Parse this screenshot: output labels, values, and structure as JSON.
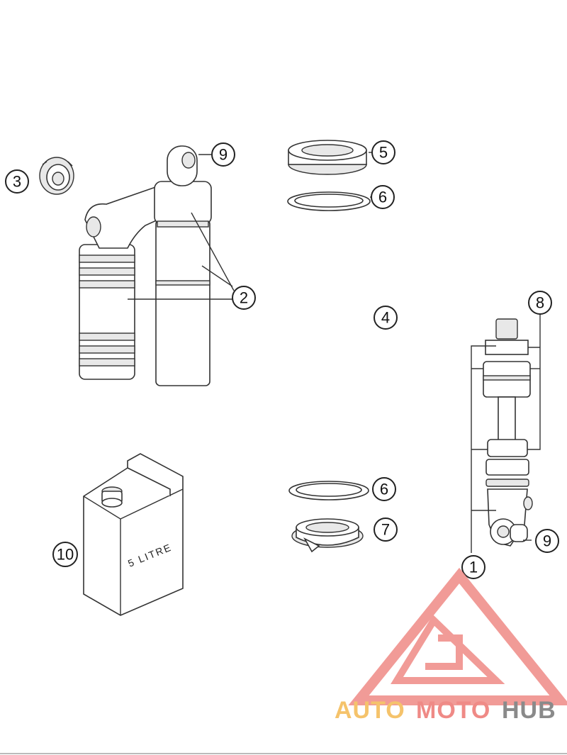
{
  "callouts": {
    "c1": "1",
    "c2": "2",
    "c3": "3",
    "c4": "4",
    "c5": "5",
    "c6a": "6",
    "c6b": "6",
    "c7": "7",
    "c8": "8",
    "c9a": "9",
    "c9b": "9",
    "c10": "10"
  },
  "oil_can_label": "5 LITRE",
  "watermark": {
    "part1": "AUTO",
    "part2": "MOTO",
    "part3": "HUB",
    "color1": "#f5c36b",
    "color2": "#ef8a86",
    "color3": "#8a8a8a",
    "logo_color": "#ef8a86"
  }
}
